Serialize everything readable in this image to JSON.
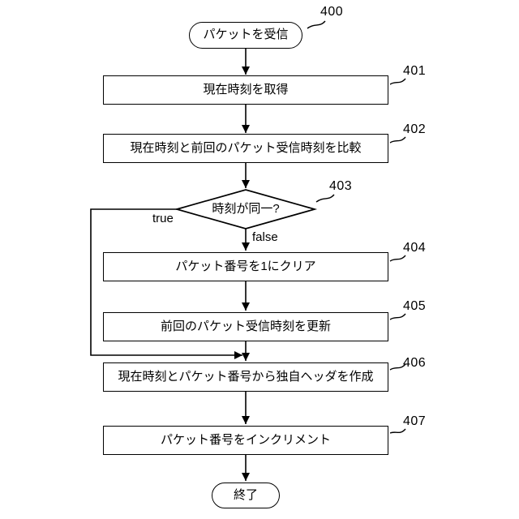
{
  "figure": {
    "background": "#ffffff",
    "line_color": "#000000",
    "start": {
      "ref": "400",
      "label": "パケットを受信"
    },
    "steps": [
      {
        "ref": "401",
        "text": "現在時刻を取得"
      },
      {
        "ref": "402",
        "text": "現在時刻と前回のパケット受信時刻を比較"
      },
      {
        "ref": "404",
        "text": "パケット番号を1にクリア"
      },
      {
        "ref": "405",
        "text": "前回のパケット受信時刻を更新"
      },
      {
        "ref": "406",
        "text": "現在時刻とパケット番号から独自ヘッダを作成"
      },
      {
        "ref": "407",
        "text": "パケット番号をインクリメント"
      }
    ],
    "decision": {
      "ref": "403",
      "text": "時刻が同一?",
      "true_branch": "true",
      "false_branch": "false"
    },
    "end": {
      "label": "終了"
    }
  }
}
